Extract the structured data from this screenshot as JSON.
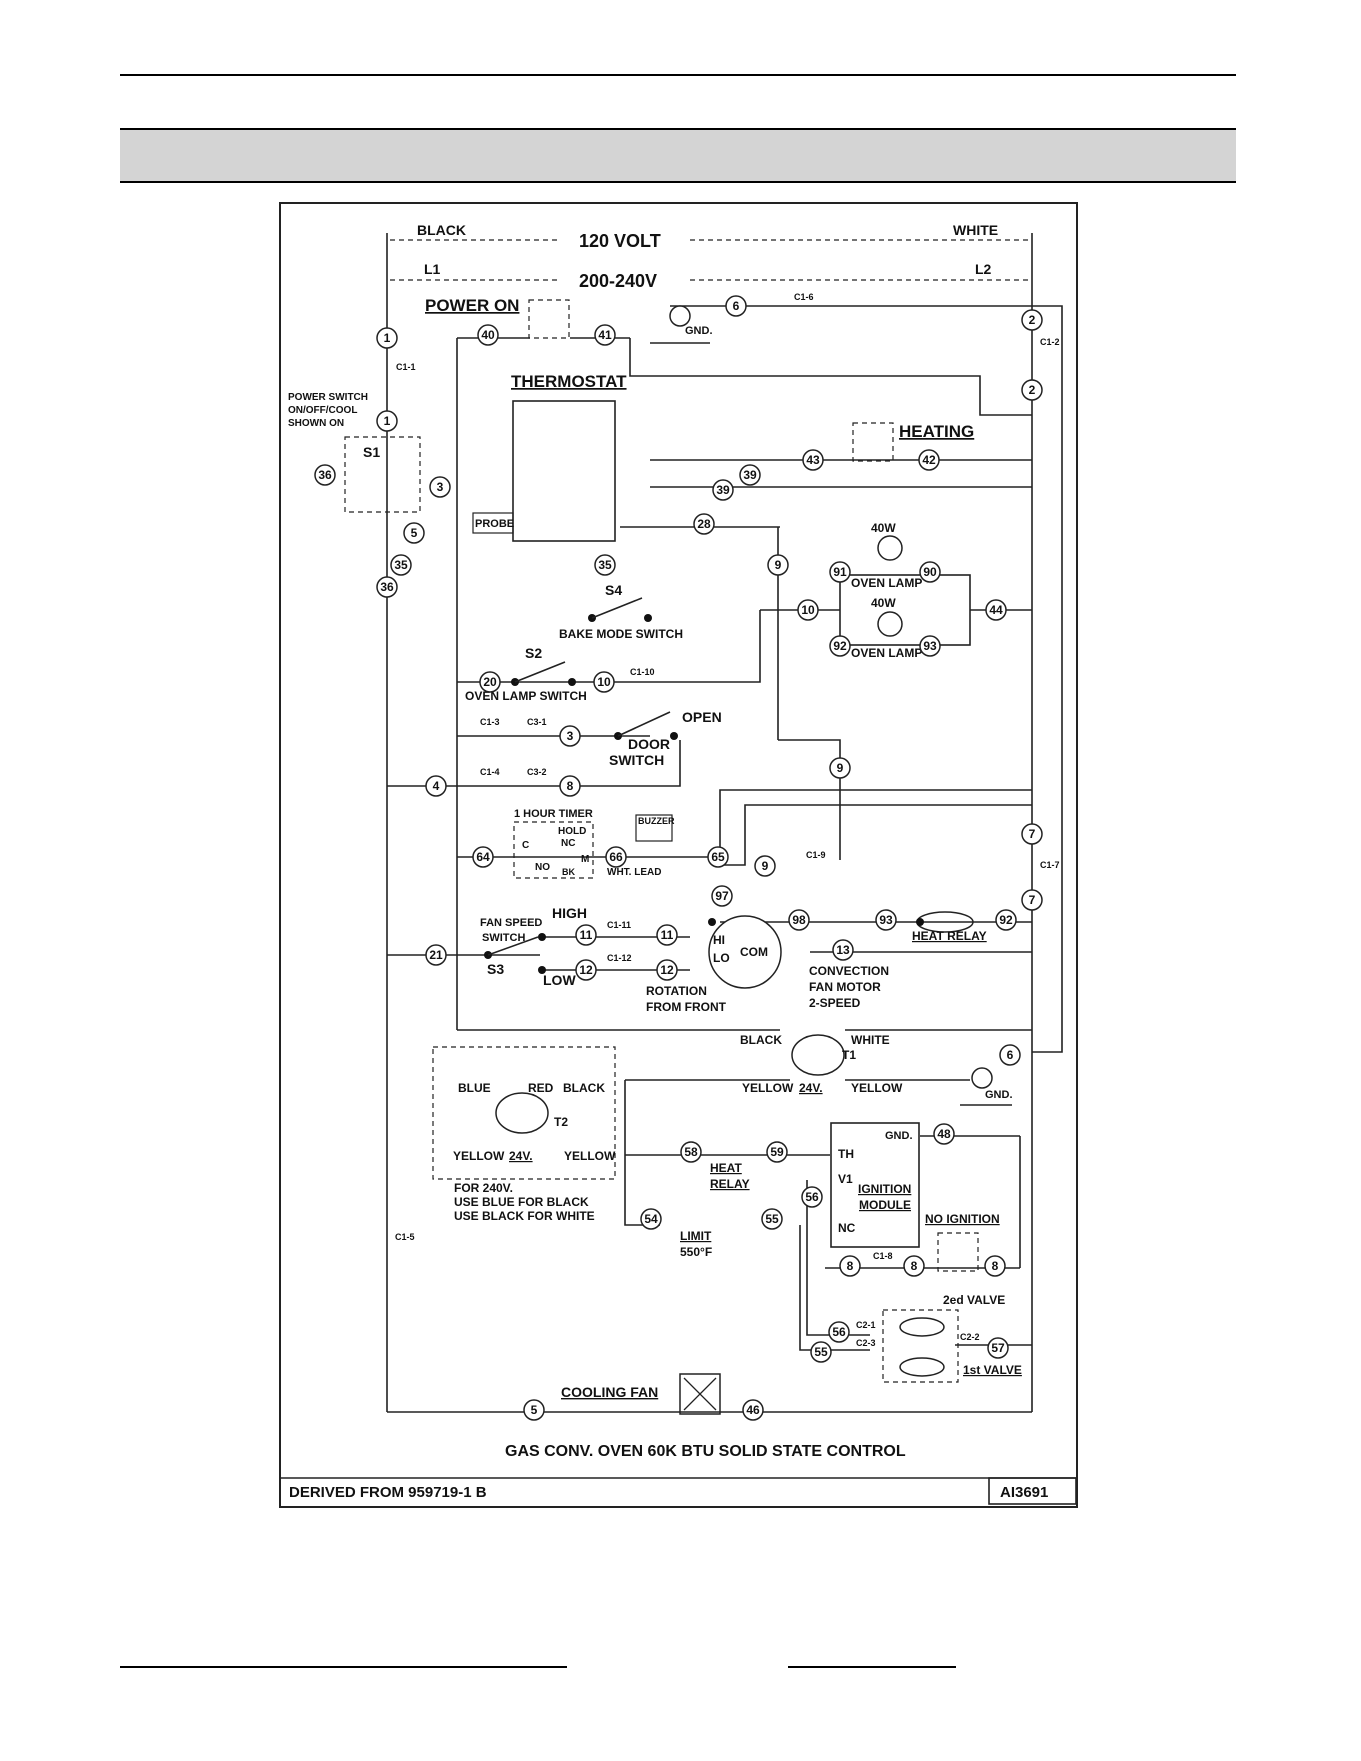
{
  "diagram": {
    "title": "GAS CONV. OVEN 60K BTU SOLID STATE CONTROL",
    "derived_from": "DERIVED FROM 959719-1 B",
    "drawing_id": "AI3691",
    "supply": {
      "black": "BLACK",
      "white": "WHITE",
      "v120": "120 VOLT",
      "l1": "L1",
      "l2": "L2",
      "v240": "200-240V"
    },
    "labels": {
      "power_on": "POWER ON",
      "gnd": "GND.",
      "thermostat": "THERMOSTAT",
      "probe": "PROBE",
      "heating": "HEATING",
      "power_switch_1": "POWER SWITCH",
      "power_switch_2": "ON/OFF/COOL",
      "power_switch_3": "SHOWN ON",
      "s1": "S1",
      "s4": "S4",
      "bake_mode_switch": "BAKE MODE SWITCH",
      "w40a": "40W",
      "w40b": "40W",
      "oven_lamp_1": "OVEN LAMP",
      "oven_lamp_2": "OVEN LAMP",
      "s2": "S2",
      "oven_lamp_switch": "OVEN LAMP SWITCH",
      "open": "OPEN",
      "door": "DOOR",
      "switch": "SWITCH",
      "timer": "1 HOUR TIMER",
      "hold": "HOLD",
      "nc": "NC",
      "c": "C",
      "no": "NO",
      "bk": "BK",
      "m": "M",
      "buzzer": "BUZZER",
      "wht_lead": "WHT. LEAD",
      "fan_speed_1": "FAN SPEED",
      "fan_speed_2": "SWITCH",
      "s3": "S3",
      "high": "HIGH",
      "low": "LOW",
      "hi": "HI",
      "lo": "LO",
      "com": "COM",
      "heat_relay": "HEAT RELAY",
      "convection_1": "CONVECTION",
      "convection_2": "FAN MOTOR",
      "convection_3": "2-SPEED",
      "rotation_1": "ROTATION",
      "rotation_2": "FROM FRONT",
      "t1_black": "BLACK",
      "t1_white": "WHITE",
      "t1": "T1",
      "t1_yellow_l": "YELLOW",
      "t1_24v": "24V.",
      "t1_yellow_r": "YELLOW",
      "t2_blue": "BLUE",
      "t2_red": "RED",
      "t2_black": "BLACK",
      "t2": "T2",
      "t2_yellow_l": "YELLOW",
      "t2_24v": "24V.",
      "t2_yellow_r": "YELLOW",
      "note_1": "FOR 240V.",
      "note_2": "USE BLUE FOR BLACK",
      "note_3": "USE BLACK FOR WHITE",
      "gnd2": "GND.",
      "heat": "HEAT",
      "relay": "RELAY",
      "th": "TH",
      "v1": "V1",
      "nc2": "NC",
      "gnd3": "GND.",
      "ignition": "IGNITION",
      "module": "MODULE",
      "no_ignition": "NO IGNITION",
      "limit": "LIMIT",
      "limit_temp": "550°F",
      "valve2": "2ed VALVE",
      "valve1": "1st VALVE",
      "cooling_fan": "COOLING FAN"
    },
    "connectors": {
      "c16": "C1-6",
      "c12": "C1-2",
      "c11": "C1-1",
      "c110": "C1-10",
      "c13": "C1-3",
      "c31": "C3-1",
      "c14": "C1-4",
      "c32": "C3-2",
      "c19": "C1-9",
      "c17": "C1-7",
      "c111": "C1-11",
      "c112": "C1-12",
      "c15": "C1-5",
      "c18": "C1-8",
      "c21": "C2-1",
      "c23": "C2-3",
      "c22": "C2-2"
    },
    "wires": {
      "n1a": "1",
      "n1b": "1",
      "n2a": "2",
      "n2b": "2",
      "n3a": "3",
      "n3b": "3",
      "n4": "4",
      "n5a": "5",
      "n5b": "5",
      "n6a": "6",
      "n6b": "6",
      "n7a": "7",
      "n7b": "7",
      "n8a": "8",
      "n8b": "8",
      "n8c": "8",
      "n8d": "8",
      "n9a": "9",
      "n9b": "9",
      "n9c": "9",
      "n10a": "10",
      "n10b": "10",
      "n11a": "11",
      "n11b": "11",
      "n12a": "12",
      "n12b": "12",
      "n13": "13",
      "n20": "20",
      "n21": "21",
      "n28": "28",
      "n35a": "35",
      "n35b": "35",
      "n36a": "36",
      "n36b": "36",
      "n39a": "39",
      "n39b": "39",
      "n40": "40",
      "n41": "41",
      "n42": "42",
      "n43": "43",
      "n44": "44",
      "n46": "46",
      "n48": "48",
      "n54": "54",
      "n55a": "55",
      "n55b": "55",
      "n56a": "56",
      "n56b": "56",
      "n57": "57",
      "n58": "58",
      "n59": "59",
      "n64": "64",
      "n65": "65",
      "n66": "66",
      "n90": "90",
      "n91": "91",
      "n92a": "92",
      "n92b": "92",
      "n93a": "93",
      "n93b": "93",
      "n97": "97",
      "n98": "98"
    }
  }
}
